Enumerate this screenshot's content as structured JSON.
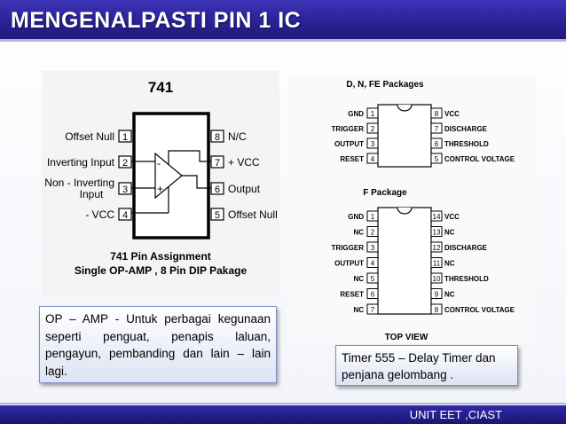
{
  "header": {
    "title": "MENGENALPASTI PIN 1 IC"
  },
  "ic741": {
    "chip_name": "741",
    "left_pins": [
      {
        "number": "1",
        "label": "Offset Null"
      },
      {
        "number": "2",
        "label": "Inverting Input"
      },
      {
        "number": "3",
        "label_line1": "Non - Inverting",
        "label_line2": "Input"
      },
      {
        "number": "4",
        "label": "- VCC"
      }
    ],
    "right_pins": [
      {
        "number": "8",
        "label": "N/C"
      },
      {
        "number": "7",
        "label": "+ VCC"
      },
      {
        "number": "6",
        "label": "Output"
      },
      {
        "number": "5",
        "label": "Offset Null"
      }
    ],
    "minus_sign": "-",
    "plus_sign": "+",
    "caption_line1": "741 Pin Assignment",
    "caption_line2": "Single OP-AMP , 8 Pin DIP Pakage"
  },
  "ic555": {
    "package_dnfe_title": "D, N, FE Packages",
    "package_dnfe": {
      "left": [
        {
          "number": "1",
          "label": "GND"
        },
        {
          "number": "2",
          "label": "TRIGGER"
        },
        {
          "number": "3",
          "label": "OUTPUT"
        },
        {
          "number": "4",
          "label": "RESET"
        }
      ],
      "right": [
        {
          "number": "8",
          "label": "VCC"
        },
        {
          "number": "7",
          "label": "DISCHARGE"
        },
        {
          "number": "6",
          "label": "THRESHOLD"
        },
        {
          "number": "5",
          "label": "CONTROL VOLTAGE"
        }
      ]
    },
    "package_f_title": "F Package",
    "package_f": {
      "left": [
        {
          "number": "1",
          "label": "GND"
        },
        {
          "number": "2",
          "label": "NC"
        },
        {
          "number": "3",
          "label": "TRIGGER"
        },
        {
          "number": "4",
          "label": "OUTPUT"
        },
        {
          "number": "5",
          "label": "NC"
        },
        {
          "number": "6",
          "label": "RESET"
        },
        {
          "number": "7",
          "label": "NC"
        }
      ],
      "right": [
        {
          "number": "14",
          "label": "VCC"
        },
        {
          "number": "13",
          "label": "NC"
        },
        {
          "number": "12",
          "label": "DISCHARGE"
        },
        {
          "number": "11",
          "label": "NC"
        },
        {
          "number": "10",
          "label": "THRESHOLD"
        },
        {
          "number": "9",
          "label": "NC"
        },
        {
          "number": "8",
          "label": "CONTROL VOLTAGE"
        }
      ]
    },
    "view_label": "TOP VIEW"
  },
  "notes": {
    "opamp": "OP – AMP  - Untuk perbagai kegunaan seperti penguat, penapis laluan, pengayun, pembanding dan lain – lain lagi.",
    "timer": "Timer 555 – Delay Timer  dan penjana gelombang ."
  },
  "footer": {
    "text": "UNIT EET ,CIAST"
  },
  "colors": {
    "title_bar": "#2a2296",
    "footer_bar": "#1c1672",
    "note_border": "#7e8fc4"
  }
}
